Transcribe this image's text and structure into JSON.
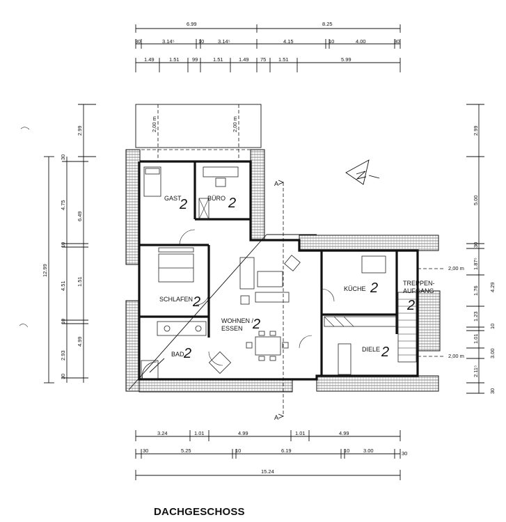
{
  "title": "DACHGESCHOSS",
  "rooms": {
    "gast": "GAST",
    "buero": "BÜRO",
    "schlafen": "SCHLAFEN",
    "wohnen": "WOHNEN /",
    "essen": "ESSEN",
    "bad": "BAD",
    "kueche": "KÜCHE",
    "diele": "DIELE",
    "treppen1": "TREPPEN-",
    "treppen2": "AUFGANG"
  },
  "room_marks": [
    "2",
    "2",
    "2",
    "2",
    "2",
    "2",
    "2",
    "2"
  ],
  "height_marks": {
    "left": "2,00 m",
    "right": "2,00 m",
    "kueche": "2,00 m",
    "diele": "2,00 m"
  },
  "section": {
    "top": "A",
    "bottom": "A"
  },
  "top_dims": {
    "row1": [
      "6.99",
      "8.25"
    ],
    "row2": [
      "30",
      "3.14⁵",
      "10",
      "3.14⁵",
      "4.15",
      "10",
      "4.00",
      "30"
    ],
    "row3": [
      "1.49",
      "1.51",
      "99",
      "1.51",
      "1.49",
      "75",
      "1.51",
      "5.99"
    ]
  },
  "bottom_dims": {
    "row1": [
      "3.24",
      "1.01",
      "4.99",
      "1.01",
      "4.99"
    ],
    "row2": [
      "30",
      "5.25",
      "10",
      "6.19",
      "10",
      "3.00",
      "30"
    ],
    "row3": [
      "15.24"
    ]
  },
  "left_dims": {
    "outer": [
      "2.99",
      "12.99"
    ],
    "inner": [
      "30",
      "4.75",
      "6.49",
      "10",
      "4.51",
      "1.51",
      "10",
      "4.99",
      "2.93",
      "30"
    ]
  },
  "right_dims": [
    "2.99",
    "5.00",
    "30",
    "1.87⁵",
    "1.76",
    "4.29",
    "1.23",
    "10",
    "1.01",
    "3.00",
    "2.11⁵",
    "30"
  ]
}
